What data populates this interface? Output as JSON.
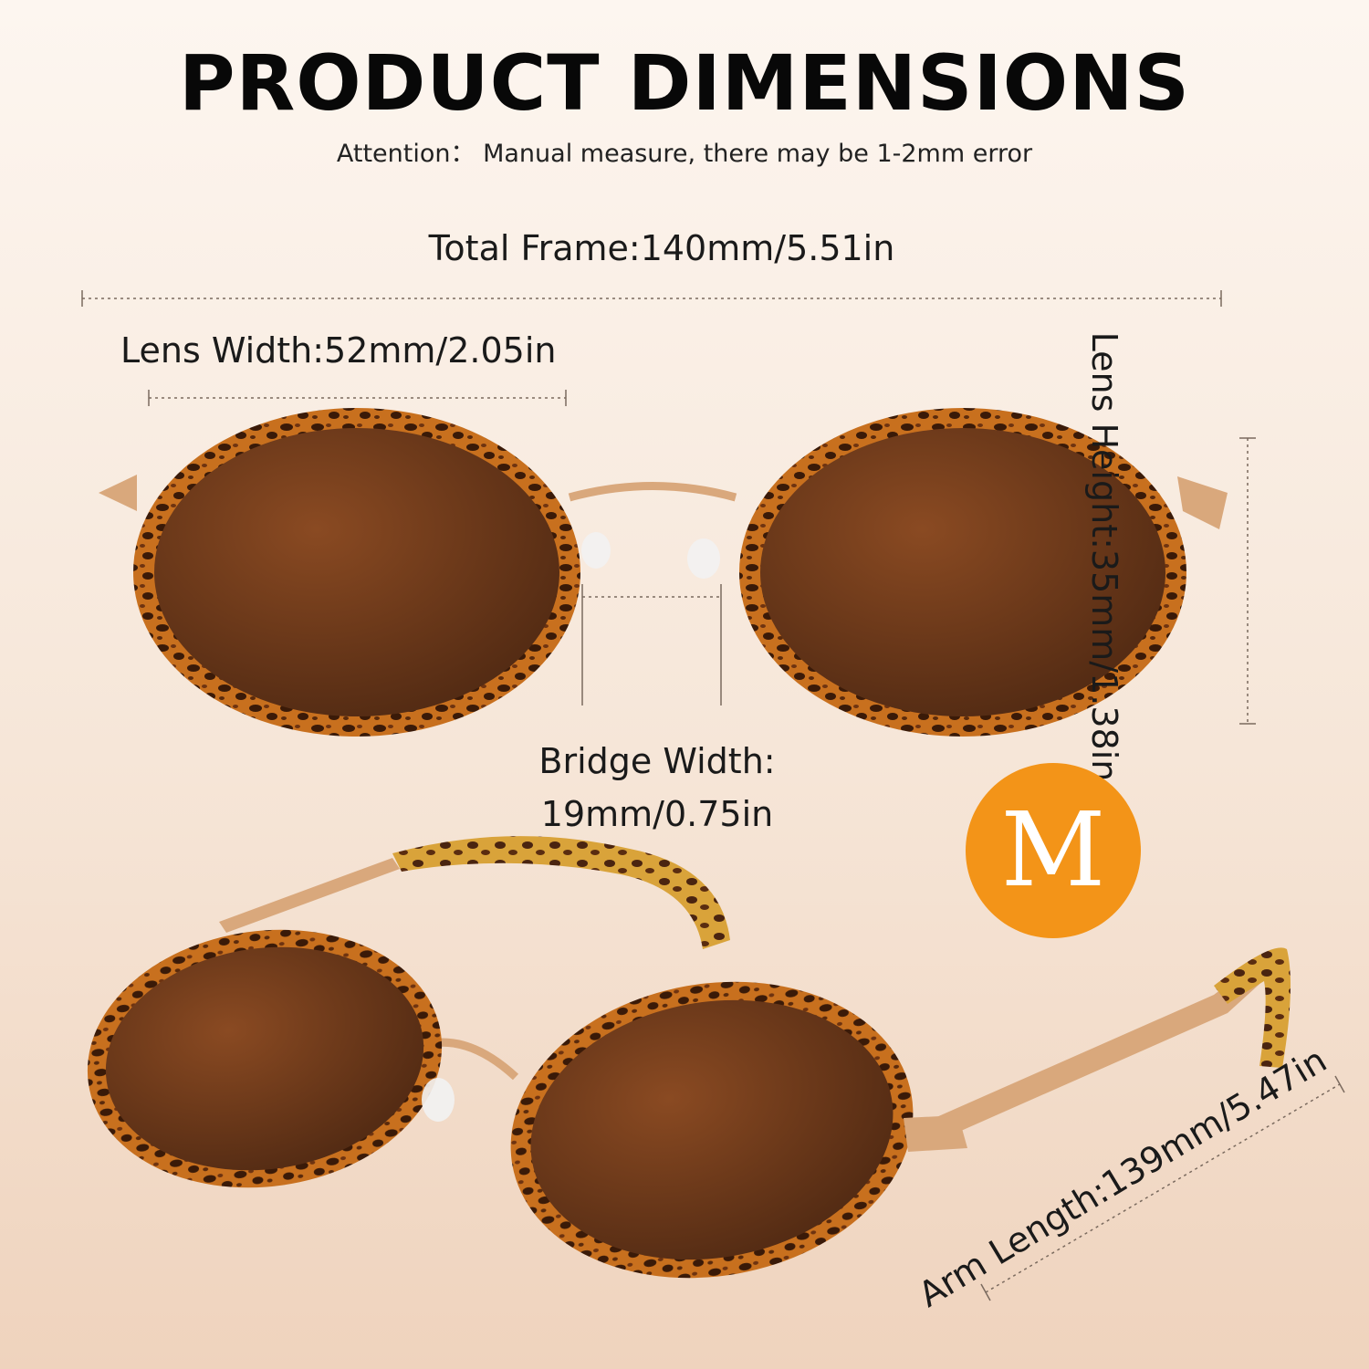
{
  "header": {
    "title": "PRODUCT DIMENSIONS",
    "subtitle": "Attention： Manual measure, there may be 1-2mm error"
  },
  "dimensions": {
    "total_frame": "Total Frame:140mm/5.51in",
    "lens_width": "Lens Width:52mm/2.05in",
    "bridge_width_line1": "Bridge Width:",
    "bridge_width_line2": "19mm/0.75in",
    "lens_height": "Lens Height:35mm/1.38in",
    "arm_length": "Arm Length:139mm/5.47in"
  },
  "size_badge": "M",
  "colors": {
    "badge": "#f39418",
    "lens": "#6b3a1c",
    "tortoise_dark": "#3a1a08",
    "tortoise_light": "#c46a1c",
    "metal": "#d9a87c"
  },
  "icons": {
    "front_glasses": "sunglasses-front-image",
    "angled_glasses": "sunglasses-angled-image"
  }
}
